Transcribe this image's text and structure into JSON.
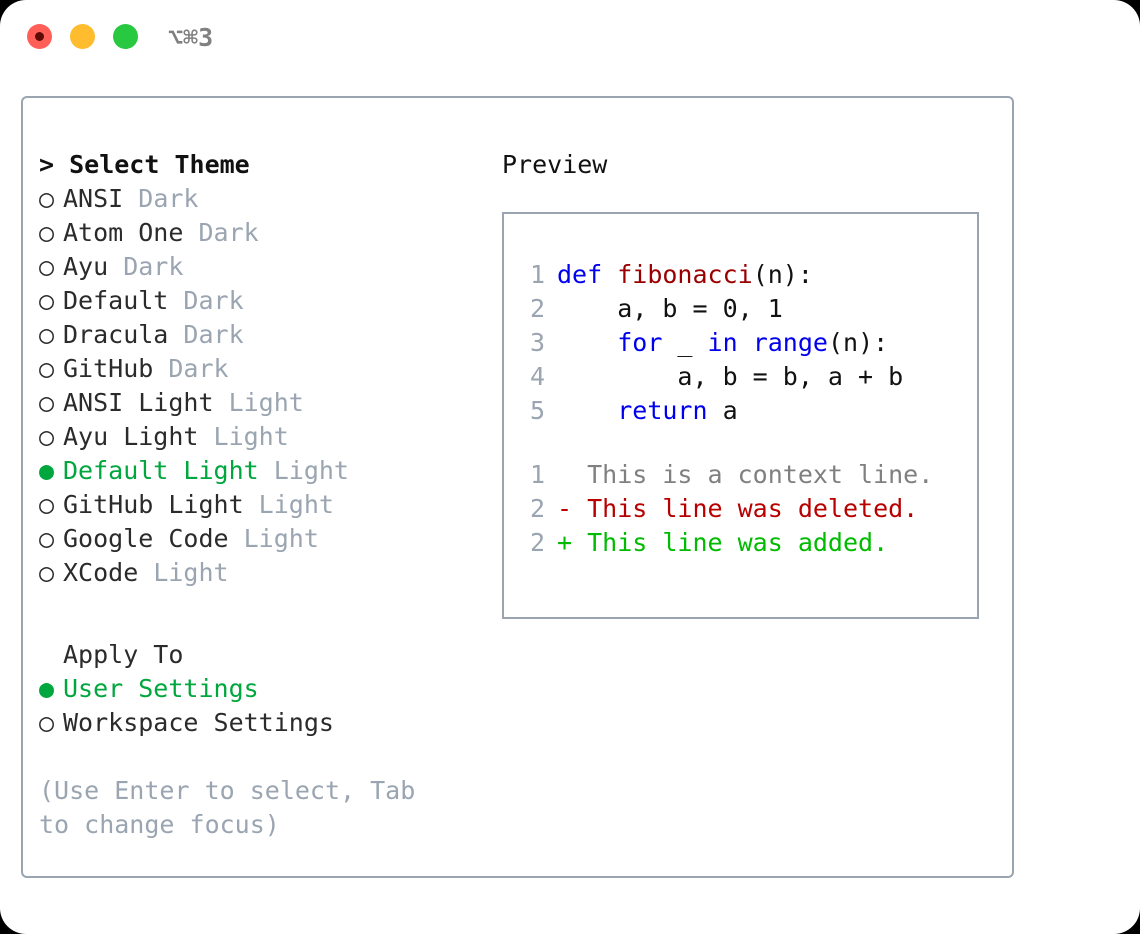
{
  "titlebar": {
    "shortcut": "⌥⌘3",
    "lights": [
      {
        "name": "close",
        "color": "#ff5f57"
      },
      {
        "name": "minimize",
        "color": "#febc2e"
      },
      {
        "name": "maximize",
        "color": "#28c840"
      }
    ]
  },
  "theme_picker": {
    "heading": "> Select Theme",
    "selected_marker": "●",
    "unselected_marker": "○",
    "accent_color": "#00a63e",
    "muted_color": "#9aa5b1",
    "items": [
      {
        "name": "ANSI",
        "kind": "Dark",
        "selected": false
      },
      {
        "name": "Atom One",
        "kind": "Dark",
        "selected": false
      },
      {
        "name": "Ayu",
        "kind": "Dark",
        "selected": false
      },
      {
        "name": "Default",
        "kind": "Dark",
        "selected": false
      },
      {
        "name": "Dracula",
        "kind": "Dark",
        "selected": false
      },
      {
        "name": "GitHub",
        "kind": "Dark",
        "selected": false
      },
      {
        "name": "ANSI Light",
        "kind": "Light",
        "selected": false
      },
      {
        "name": "Ayu Light",
        "kind": "Light",
        "selected": false
      },
      {
        "name": "Default Light",
        "kind": "Light",
        "selected": true
      },
      {
        "name": "GitHub Light",
        "kind": "Light",
        "selected": false
      },
      {
        "name": "Google Code",
        "kind": "Light",
        "selected": false
      },
      {
        "name": "XCode",
        "kind": "Light",
        "selected": false
      }
    ]
  },
  "apply_to": {
    "heading": "Apply To",
    "items": [
      {
        "name": "User Settings",
        "selected": true
      },
      {
        "name": "Workspace Settings",
        "selected": false
      }
    ]
  },
  "hint": "(Use Enter to select, Tab to change focus)",
  "preview": {
    "title": "Preview",
    "code_lines": [
      {
        "no": "1",
        "tokens": [
          {
            "t": "def ",
            "c": "kw"
          },
          {
            "t": "fibonacci",
            "c": "fn"
          },
          {
            "t": "(n):",
            "c": "txt"
          }
        ]
      },
      {
        "no": "2",
        "tokens": [
          {
            "t": "    a, b = 0, 1",
            "c": "txt"
          }
        ]
      },
      {
        "no": "3",
        "tokens": [
          {
            "t": "    ",
            "c": "txt"
          },
          {
            "t": "for",
            "c": "kw"
          },
          {
            "t": " _ ",
            "c": "txt"
          },
          {
            "t": "in",
            "c": "kw"
          },
          {
            "t": " ",
            "c": "txt"
          },
          {
            "t": "range",
            "c": "kw"
          },
          {
            "t": "(n):",
            "c": "txt"
          }
        ]
      },
      {
        "no": "4",
        "tokens": [
          {
            "t": "        a, b = b, a + b",
            "c": "txt"
          }
        ]
      },
      {
        "no": "5",
        "tokens": [
          {
            "t": "    ",
            "c": "txt"
          },
          {
            "t": "return",
            "c": "kw"
          },
          {
            "t": " a",
            "c": "txt"
          }
        ]
      }
    ],
    "diff_lines": [
      {
        "no": "1",
        "tokens": [
          {
            "t": "  This is a context line.",
            "c": "ctx"
          }
        ]
      },
      {
        "no": "2",
        "tokens": [
          {
            "t": "- This line was deleted.",
            "c": "del"
          }
        ]
      },
      {
        "no": "2",
        "tokens": [
          {
            "t": "+ This line was added.",
            "c": "add"
          }
        ]
      }
    ]
  }
}
